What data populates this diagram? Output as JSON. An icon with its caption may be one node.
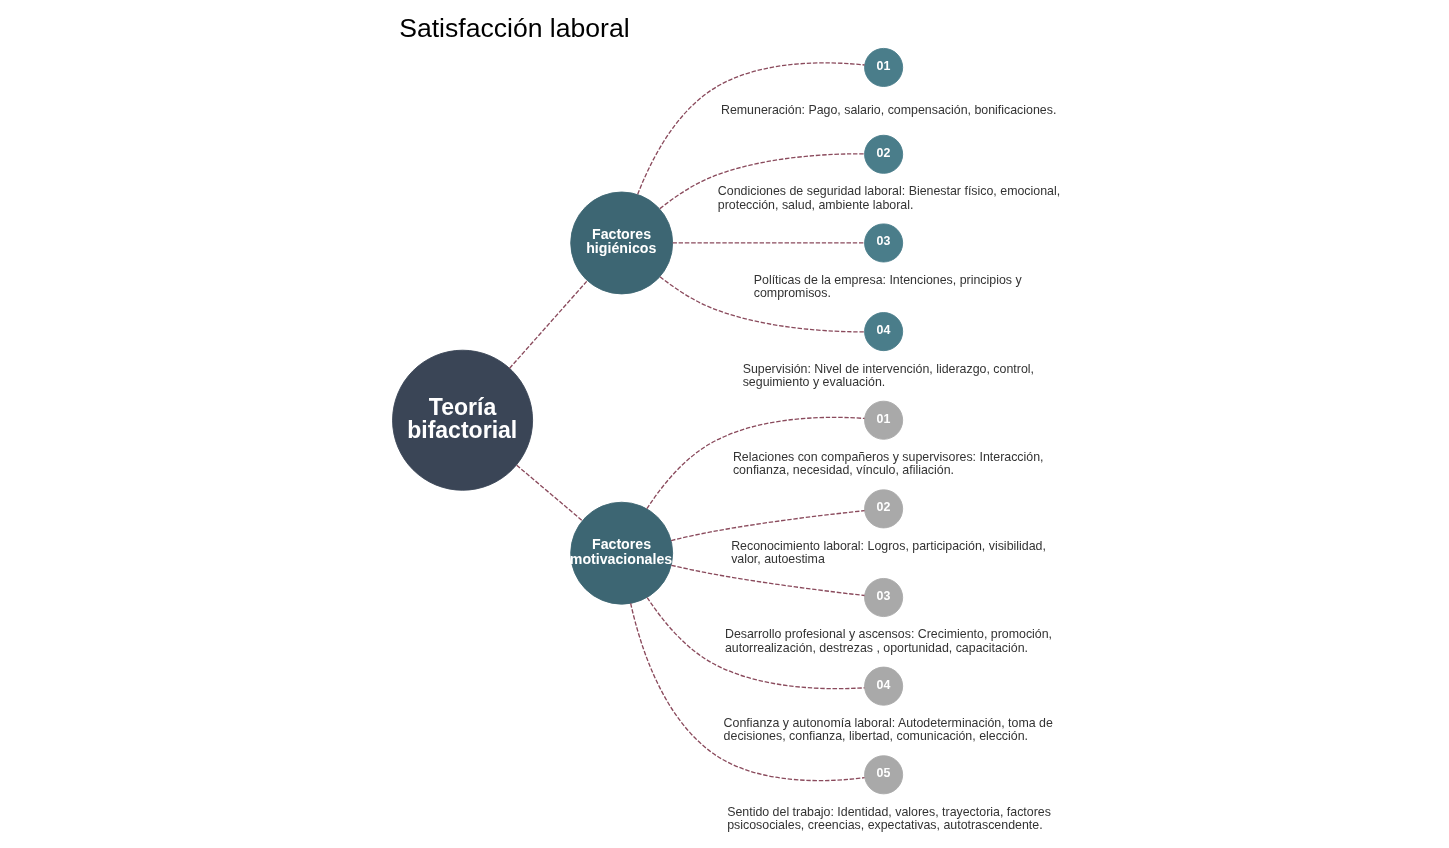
{
  "diagram": {
    "title": "Satisfacción laboral",
    "nodes": [
      {
        "text": [
          "Teoría bifactorial"
        ]
      },
      {
        "text": [
          "Factores higiénicos"
        ]
      },
      {
        "text": [
          "01"
        ],
        "beside": [
          "Remuneración: Pago, salario, compensación, bonificaciones."
        ]
      },
      {
        "text": [
          "02"
        ],
        "beside": [
          "Condiciones de seguridad laboral: Bienestar físico, emocional, protección, salud, ambiente laboral."
        ]
      },
      {
        "text": [
          "03"
        ],
        "beside": [
          "Políticas de la empresa: Intenciones, principios y compromisos."
        ]
      },
      {
        "text": [
          "04"
        ],
        "beside": [
          "Supervisión: Nivel de intervención, liderazgo, control, seguimiento y evaluación."
        ]
      },
      {
        "text": [
          "Factores motivacionales"
        ]
      },
      {
        "text": [
          "01"
        ],
        "beside": [
          "Relaciones con compañeros y supervisores: Interacción, confianza, necesidad, vínculo, afiliación."
        ]
      },
      {
        "text": [
          "02"
        ],
        "beside": [
          "Reconocimiento laboral: Logros, participación, visibilidad, valor, autoestima"
        ]
      },
      {
        "text": [
          "03"
        ],
        "beside": [
          "Desarrollo profesional y ascensos: Crecimiento, promoción, autorrealización, destrezas , oportunidad, capacitación."
        ]
      },
      {
        "text": [
          "04"
        ],
        "beside": [
          "Confianza y autonomía laboral: Autodeterminación, toma de decisiones, confianza, libertad, comunicación, elección."
        ]
      },
      {
        "text": [
          "05"
        ],
        "beside": [
          "Sentido del trabajo: Identidad, valores, trayectoria, factores psicosociales, creencias, expectativas, autotrascendente."
        ]
      }
    ],
    "edges": [
      {
        "from": 0,
        "to": 1,
        "arrow": "none",
        "style": "dashed"
      },
      {
        "from": 1,
        "to": 2,
        "arrow": "none",
        "style": "dashed"
      },
      {
        "from": 1,
        "to": 3,
        "arrow": "none",
        "style": "dashed"
      },
      {
        "from": 1,
        "to": 4,
        "arrow": "none",
        "style": "dashed"
      },
      {
        "from": 1,
        "to": 5,
        "arrow": "none",
        "style": "dashed"
      },
      {
        "from": 0,
        "to": 6,
        "arrow": "none",
        "style": "dashed"
      },
      {
        "from": 6,
        "to": 7,
        "arrow": "none",
        "style": "dashed"
      },
      {
        "from": 6,
        "to": 8,
        "arrow": "none",
        "style": "dashed"
      },
      {
        "from": 6,
        "to": 9,
        "arrow": "none",
        "style": "dashed"
      },
      {
        "from": 6,
        "to": 10,
        "arrow": "none",
        "style": "dashed"
      },
      {
        "from": 6,
        "to": 11,
        "arrow": "none",
        "style": "dashed"
      }
    ]
  }
}
